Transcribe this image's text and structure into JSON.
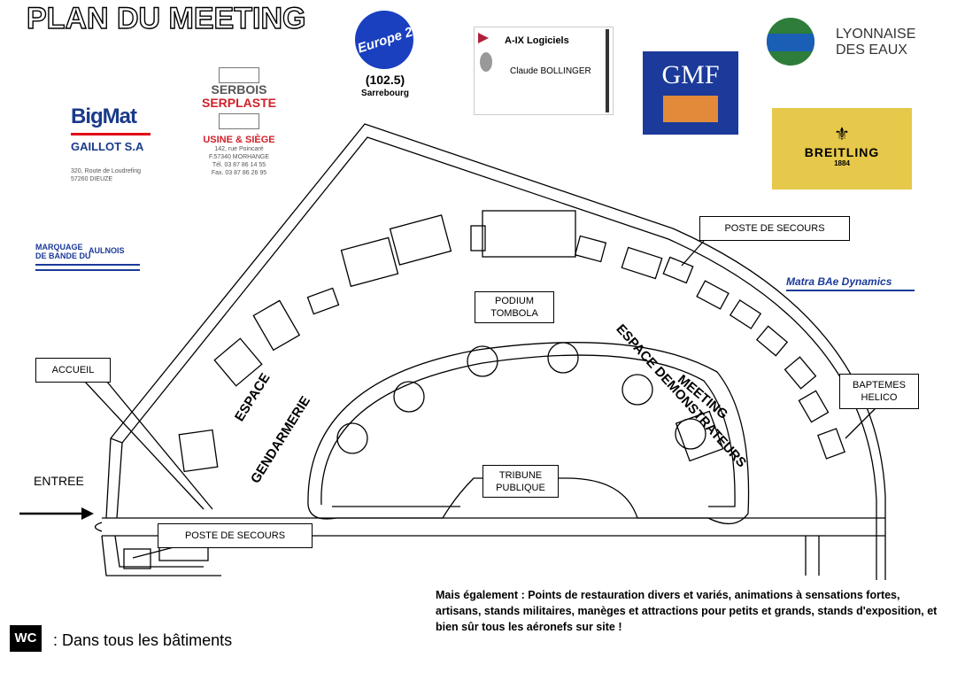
{
  "title": "PLAN DU MEETING",
  "sponsors": {
    "europe2": {
      "name": "Europe 2",
      "freq": "(102.5)",
      "city": "Sarrebourg",
      "color": "#1a3fbf"
    },
    "serbois": {
      "line1": "SERBOIS",
      "line2": "SERPLASTE",
      "tag": "USINE & SIÈGE",
      "addr1": "142, rue Poincaré",
      "addr2": "F.57340 MORHANGE",
      "tel": "Tél. 03 87 86 14 55",
      "fax": "Fax. 03 87 86 26 95"
    },
    "bigmat": {
      "name": "BigMat",
      "sub": "GAILLOT S.A",
      "addr1": "320, Route de Loudrefing",
      "addr2": "57260 DIEUZE",
      "color": "#e2001a",
      "color2": "#1a3a8a"
    },
    "aix": {
      "name": "A-IX Logiciels",
      "person": "Claude BOLLINGER"
    },
    "gmf": {
      "name": "GMF",
      "color": "#1b3a9a"
    },
    "lyonnaise": {
      "line1": "LYONNAISE",
      "line2": "DES EAUX",
      "color": "#2e7d3a"
    },
    "breitling": {
      "name": "BREITLING",
      "year": "1884",
      "color": "#e6c84a"
    },
    "marquage": {
      "line1": "MARQUAGE",
      "line2": "DE BANDE DU",
      "line3": "AULNOIS",
      "color": "#1b3a9a"
    },
    "matra": {
      "name": "Matra BAe Dynamics",
      "color": "#1b3a9a"
    }
  },
  "map": {
    "labels": {
      "accueil": "ACCUEIL",
      "entree": "ENTREE",
      "poste_top": "POSTE DE SECOURS",
      "poste_bottom": "POSTE DE SECOURS",
      "podium": "PODIUM TOMBOLA",
      "tribune": "TRIBUNE PUBLIQUE",
      "baptemes": "BAPTEMES HELICO",
      "zone_gendarmerie_1": "ESPACE",
      "zone_gendarmerie_2": "GENDARMERIE",
      "zone_demo_1": "ESPACE DEMONSTRATEURS",
      "zone_demo_2": "MEETING"
    }
  },
  "legend": {
    "wc": "WC",
    "text": ": Dans tous les bâtiments"
  },
  "note": {
    "lead": "Mais également : ",
    "text": "Points de restauration divers et variés, animations à sensations fortes, artisans, stands militaires, manèges et attractions pour petits et grands, stands d'exposition, et bien sûr tous les aéronefs sur site !"
  }
}
